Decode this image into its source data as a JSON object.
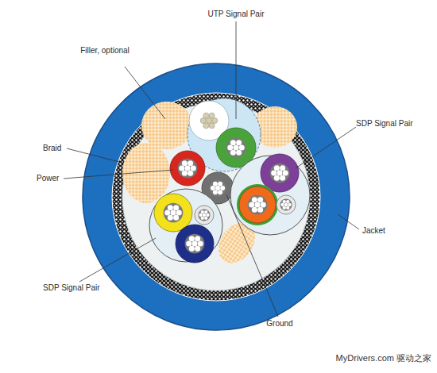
{
  "diagram": {
    "labels": [
      "UTP Signal Pair",
      "Filler, optional",
      "Braid",
      "Power",
      "SDP Signal Pair",
      "Jacket",
      "SDP Signal Pair",
      "Ground",
      "MyDrivers.com 驱动之家"
    ]
  }
}
